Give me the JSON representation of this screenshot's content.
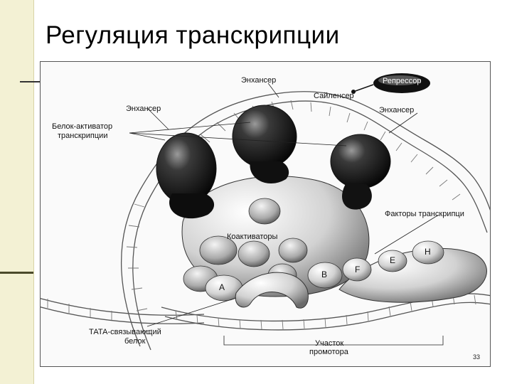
{
  "slide": {
    "title": "Регуляция транскрипции",
    "page_number": "33"
  },
  "diagram": {
    "labels": {
      "enhancer_top": "Энхансер",
      "enhancer_left": "Энхансер",
      "enhancer_right": "Энхансер",
      "silencer": "Сайленсер",
      "repressor": "Репрессор",
      "activator_line1": "Белок-активатор",
      "activator_line2": "транскрипции",
      "coactivators": "Коактиваторы",
      "factors": "Факторы транскрипци",
      "tata_line1": "ТАТА-связывающий",
      "tata_line2": "белок",
      "promoter_line1": "Участок",
      "promoter_line2": "промотора"
    },
    "factor_letters": {
      "a": "A",
      "b": "B",
      "f": "F",
      "e": "E",
      "h": "H"
    }
  }
}
